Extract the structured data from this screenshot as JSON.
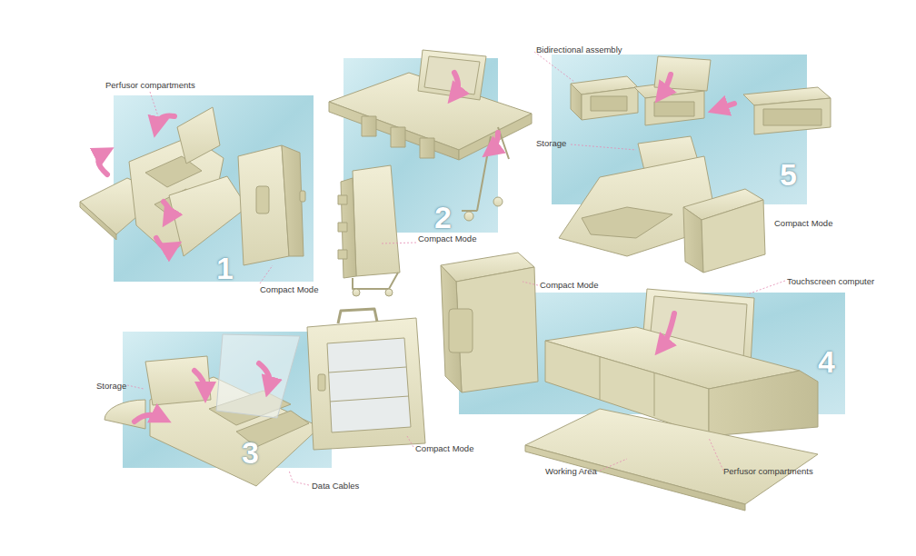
{
  "diagram": {
    "labels": [
      "Perfusor compartments",
      "Bidirectional assembly",
      "Storage",
      "2",
      "Compact Mode",
      "1",
      "Compact Mode",
      "5",
      "Compact Mode",
      "Compact Mode",
      "Touchscreen computer",
      "4",
      "Storage",
      "3",
      "Compact Mode",
      "Data Cables",
      "Working Area",
      "Perfusor compartments"
    ]
  }
}
